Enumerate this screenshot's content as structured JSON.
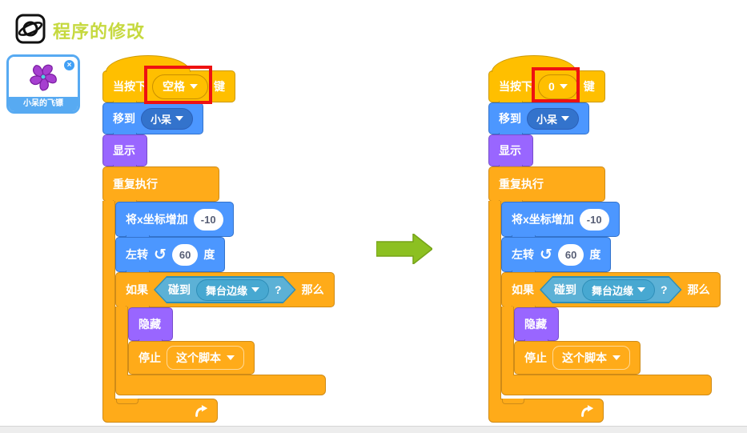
{
  "header": {
    "title": "程序的修改"
  },
  "sprite_card": {
    "name": "小呆的飞镖",
    "close_label": "×"
  },
  "colors": {
    "events": "#FFBF00",
    "motion": "#4C97FF",
    "looks": "#9966FF",
    "control": "#FFAB19",
    "sensing": "#5CB1D6",
    "highlight_red": "#EE1111",
    "arrow_green": "#8CC021",
    "title_green": "#C6D93F"
  },
  "icons": {
    "header_icon": "planet-icon",
    "turn_icon": "counterclockwise-arrow-icon",
    "turn_icon_glyph": "↺",
    "loop_icon": "loop-arrow-icon",
    "caret_icon": "chevron-down-icon"
  },
  "scripts": {
    "left": {
      "hat_prefix": "当按下",
      "hat_key": "空格",
      "hat_suffix": "键",
      "move_label": "移到",
      "move_target": "小呆",
      "show_label": "显示",
      "forever_label": "重复执行",
      "change_x_label": "将x坐标增加",
      "change_x_value": "-10",
      "turn_label": "左转",
      "turn_value": "60",
      "turn_suffix": "度",
      "if_label": "如果",
      "touching_label": "碰到",
      "touching_option": "舞台边缘",
      "question": "?",
      "then_label": "那么",
      "hide_label": "隐藏",
      "stop_label": "停止",
      "stop_option": "这个脚本"
    },
    "right": {
      "hat_prefix": "当按下",
      "hat_key": "0",
      "hat_suffix": "键",
      "move_label": "移到",
      "move_target": "小呆",
      "show_label": "显示",
      "forever_label": "重复执行",
      "change_x_label": "将x坐标增加",
      "change_x_value": "-10",
      "turn_label": "左转",
      "turn_value": "60",
      "turn_suffix": "度",
      "if_label": "如果",
      "touching_label": "碰到",
      "touching_option": "舞台边缘",
      "question": "?",
      "then_label": "那么",
      "hide_label": "隐藏",
      "stop_label": "停止",
      "stop_option": "这个脚本"
    }
  }
}
